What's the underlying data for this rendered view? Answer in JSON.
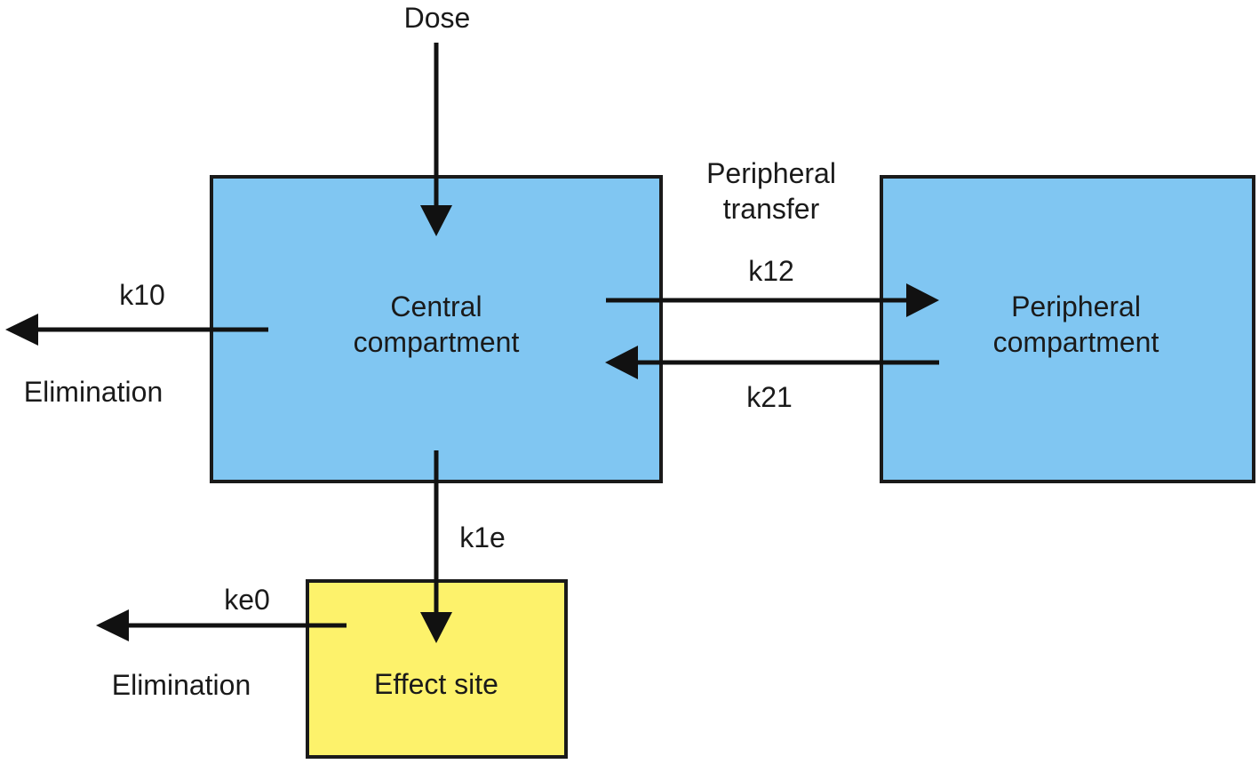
{
  "diagram": {
    "dose_label": "Dose",
    "central": {
      "line1": "Central",
      "line2": "compartment"
    },
    "peripheral": {
      "line1": "Peripheral",
      "line2": "compartment"
    },
    "effect_site": "Effect site",
    "peripheral_transfer": {
      "line1": "Peripheral",
      "line2": "transfer"
    },
    "k10": "k10",
    "k12": "k12",
    "k21": "k21",
    "k1e": "k1e",
    "ke0": "ke0",
    "elimination_central": "Elimination",
    "elimination_effect": "Elimination",
    "colors": {
      "compartment": "#80c6f2",
      "effect_site": "#fdf26b",
      "stroke": "#1a1a1a"
    }
  }
}
